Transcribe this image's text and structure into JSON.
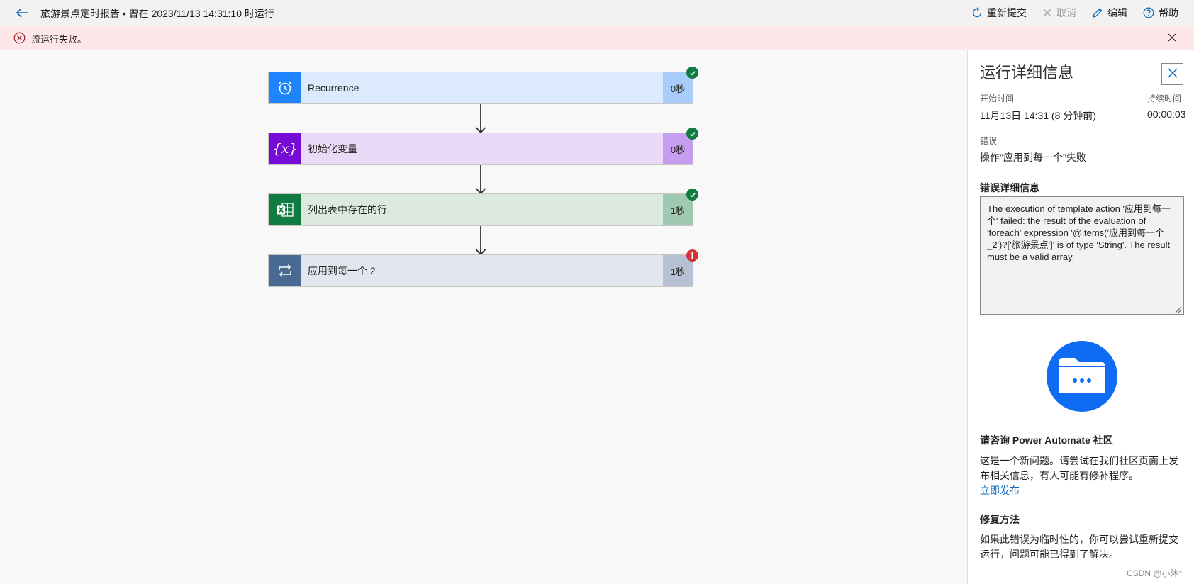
{
  "header": {
    "title": "旅游景点定时报告 • 曾在 2023/11/13 14:31:10 时运行",
    "commands": {
      "resubmit": "重新提交",
      "cancel": "取消",
      "edit": "编辑",
      "help": "帮助"
    }
  },
  "banner": {
    "message": "流运行失败。"
  },
  "flow": {
    "steps": [
      {
        "title": "Recurrence",
        "duration": "0秒",
        "status": "success",
        "icon": "alarm-clock-icon",
        "color": "#1f85ff"
      },
      {
        "title": "初始化变量",
        "duration": "0秒",
        "status": "success",
        "icon": "variable-icon",
        "color": "#770bd6"
      },
      {
        "title": "列出表中存在的行",
        "duration": "1秒",
        "status": "success",
        "icon": "excel-icon",
        "color": "#107c41"
      },
      {
        "title": "应用到每一个 2",
        "duration": "1秒",
        "status": "failed",
        "icon": "loop-icon",
        "color": "#486991"
      }
    ]
  },
  "panel": {
    "title": "运行详细信息",
    "start_time_label": "开始时间",
    "start_time_value": "11月13日 14:31 (8 分钟前)",
    "duration_label": "持续时间",
    "duration_value": "00:00:03",
    "error_label": "错误",
    "error_value": "操作\"应用到每一个\"失败",
    "error_details_heading": "错误详细信息",
    "error_details_text": "The execution of template action '应用到每一个' failed: the result of the evaluation of 'foreach' expression '@items('应用到每一个_2')?['旅游景点']' is of type 'String'. The result must be a valid array.",
    "community_heading": "请咨询 Power Automate 社区",
    "community_text": "这是一个新问题。请尝试在我们社区页面上发布相关信息，有人可能有修补程序。",
    "community_link": "立即发布",
    "fix_heading": "修复方法",
    "fix_text": "如果此错误为临时性的，你可以尝试重新提交运行，问题可能已得到了解决。"
  },
  "watermark": "CSDN @小沐°",
  "colors": {
    "accent": "#0f6cbd",
    "success": "#107c41",
    "error": "#d13438",
    "banner_bg": "#fde7e9"
  }
}
